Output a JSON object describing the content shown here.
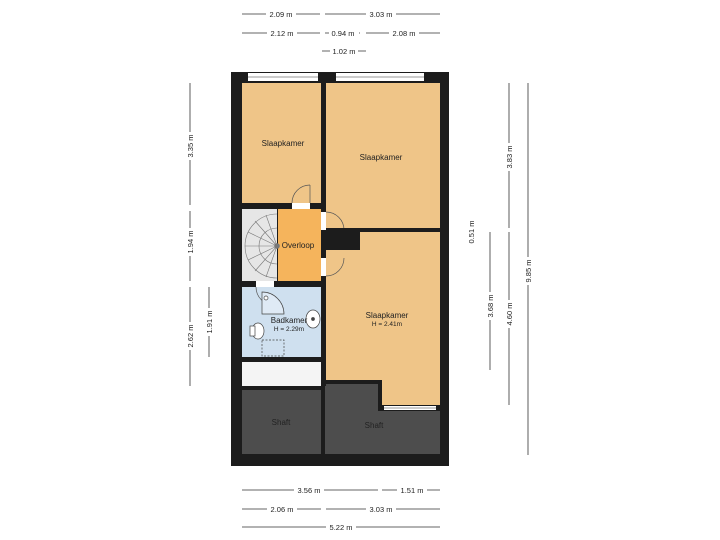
{
  "colors": {
    "wall": "#1c1c1c",
    "bedroom": "#efc588",
    "landing": "#f5b45c",
    "bathroom": "#cfe0ef",
    "shaft": "#4d4d4d",
    "stair": "#e6e6e6"
  },
  "rooms": {
    "bedroom_top_left": {
      "label": "Slaapkamer"
    },
    "bedroom_top_right": {
      "label": "Slaapkamer"
    },
    "landing": {
      "label": "Overloop"
    },
    "bathroom": {
      "label": "Badkamer",
      "height": "H = 2.29m"
    },
    "bedroom_bottom": {
      "label": "Slaapkamer",
      "height": "H = 2.41m"
    },
    "shaft_left": {
      "label": "Shaft"
    },
    "shaft_right": {
      "label": "Shaft"
    }
  },
  "dimensions": {
    "top_row1": [
      "2.09 m",
      "3.03 m"
    ],
    "top_row2": [
      "2.12 m",
      "0.94 m",
      "2.08 m"
    ],
    "top_row3": [
      "1.02 m"
    ],
    "left_outer": [
      "3.35 m",
      "1.94 m",
      "2.62 m"
    ],
    "left_inner": [
      "1.91 m"
    ],
    "right_inner": [
      "3.83 m",
      "0.51 m",
      "3.68 m",
      "4.60 m"
    ],
    "right_outer": [
      "9.85 m"
    ],
    "bottom_row1": [
      "3.56 m",
      "1.51 m"
    ],
    "bottom_row2": [
      "2.06 m",
      "3.03 m"
    ],
    "bottom_row3": [
      "5.22 m"
    ]
  }
}
